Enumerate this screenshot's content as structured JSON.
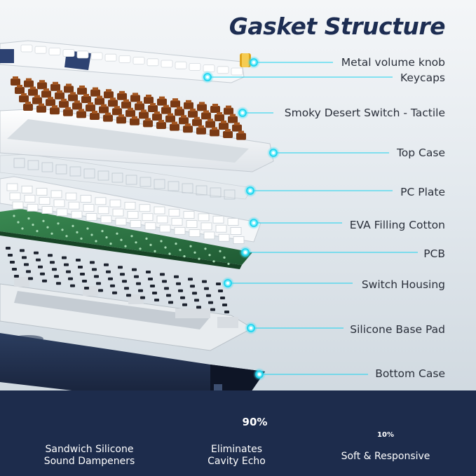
{
  "title": "Gasket Structure",
  "labels": {
    "knob": "Metal volume knob",
    "keycaps": "Keycaps",
    "switch": "Smoky Desert Switch - Tactile",
    "top_case": "Top Case",
    "pc_plate": "PC Plate",
    "eva": "EVA Filling Cotton",
    "pcb": "PCB",
    "housing": "Switch Housing",
    "base_pad": "Silicone Base Pad",
    "bottom_case": "Bottom Case"
  },
  "features": {
    "f1_line1": "Sandwich Silicone",
    "f1_line2": "Sound Dampeners",
    "f2_line1": "Eliminates",
    "f2_line2": "Cavity Echo",
    "f2_badge": "90%",
    "f3_line1": "Soft & Responsive",
    "f3_badge": "10%"
  },
  "colors": {
    "accent_cyan": "#19d3ee",
    "navy": "#1d2c4c",
    "pcb_green": "#2f7a46",
    "switch_brown": "#7a3a14"
  }
}
